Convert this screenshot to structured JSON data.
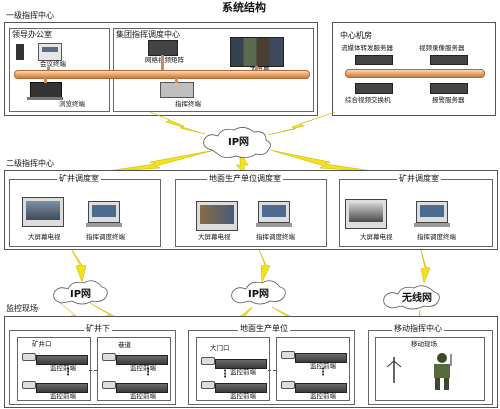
{
  "diagram_title": "系统结构",
  "level1": {
    "label": "一级指挥中心",
    "leader_office": {
      "title": "领导办公室",
      "meeting_terminal": "会议终端",
      "browse_terminal": "浏览终端"
    },
    "group_center": {
      "title": "集团指挥调度中心",
      "matrix": "网络视频矩阵",
      "big_screen": "大屏幕",
      "command_terminal": "指挥终端"
    },
    "machine_room": {
      "title": "中心机房",
      "stream_server": "流媒体转发服务器",
      "video_server": "视频录像服务器",
      "switch": "综合视频交换机",
      "alarm_server": "报警服务器"
    }
  },
  "ip_net_top": "IP网",
  "level2": {
    "label": "二级指挥中心",
    "rooms": [
      {
        "title": "矿井调度室",
        "screen": "大屏幕电视",
        "terminal": "指挥调度终端"
      },
      {
        "title": "地面生产单位调度室",
        "screen": "大屏幕电视",
        "terminal": "指挥调度终端"
      },
      {
        "title": "矿井调度室",
        "screen": "大屏幕电视",
        "terminal": "指挥调度终端"
      }
    ]
  },
  "nets_mid": [
    "IP网",
    "IP网",
    "无线网"
  ],
  "site": {
    "label": "监控现场",
    "mine": {
      "title": "矿井下",
      "loc1": "矿井口",
      "loc2": "巷道",
      "front": "监控前端"
    },
    "ground": {
      "title": "地面生产单位",
      "loc1": "大门口",
      "front": "监控前端"
    },
    "mobile": {
      "title": "移动指挥中心",
      "loc": "移动现场"
    }
  },
  "colors": {
    "bolt": "#f3e21a",
    "bar": "#e9a870",
    "cloud": "#ffffff"
  }
}
